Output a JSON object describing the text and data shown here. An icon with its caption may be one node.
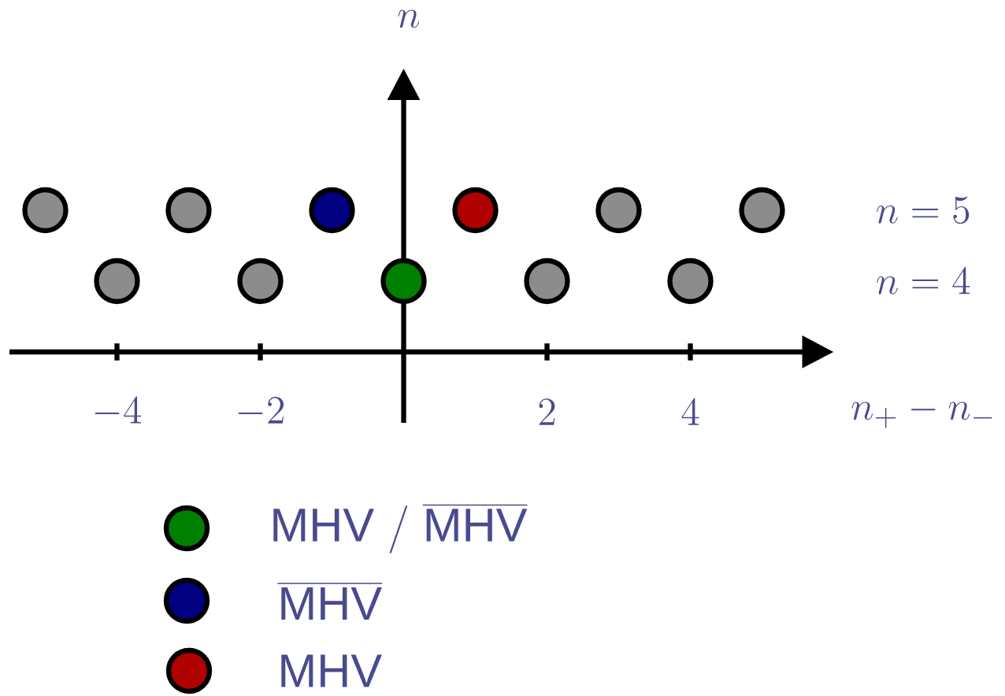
{
  "diagram": {
    "legend": [
      {
        "text": "\\textsf{MHV}\\;/\\;\\overline{\\textsf{MHV}}",
        "color": "#008000"
      },
      {
        "text": "\\overline{\\textsf{MHV}}",
        "color": "#000080"
      },
      {
        "text": "\\textsf{MHV}",
        "color": "#b00000"
      }
    ],
    "chart_data": {
      "type": "scatter",
      "xlabel": "n_+ - n_-",
      "ylabel": "n",
      "xlim": [
        -5.5,
        5.55
      ],
      "ylim": [
        2,
        6.55
      ],
      "xticks": [
        {
          "value": -4,
          "label": "-4"
        },
        {
          "value": -2,
          "label": "-2"
        },
        {
          "value": 2,
          "label": "2"
        },
        {
          "value": 4,
          "label": "4"
        }
      ],
      "yticks": [
        {
          "value": 4,
          "label": "n = 4"
        },
        {
          "value": 5,
          "label": "n = 5"
        }
      ],
      "x": [
        -5,
        -4,
        -3,
        -2,
        -1,
        0,
        1,
        2,
        3,
        4,
        5
      ],
      "series": [
        {
          "color": "#8c8c8c",
          "values": [
            5,
            4,
            5,
            4,
            null,
            null,
            null,
            4,
            5,
            4,
            5
          ]
        },
        {
          "color": "#000080",
          "values": [
            null,
            null,
            null,
            null,
            5,
            null,
            null,
            null,
            null,
            null,
            null
          ]
        },
        {
          "color": "#b00000",
          "values": [
            null,
            null,
            null,
            null,
            null,
            null,
            5,
            null,
            null,
            null,
            null
          ]
        },
        {
          "color": "#008000",
          "values": [
            null,
            null,
            null,
            null,
            null,
            4,
            null,
            null,
            null,
            null,
            null
          ]
        }
      ]
    }
  }
}
